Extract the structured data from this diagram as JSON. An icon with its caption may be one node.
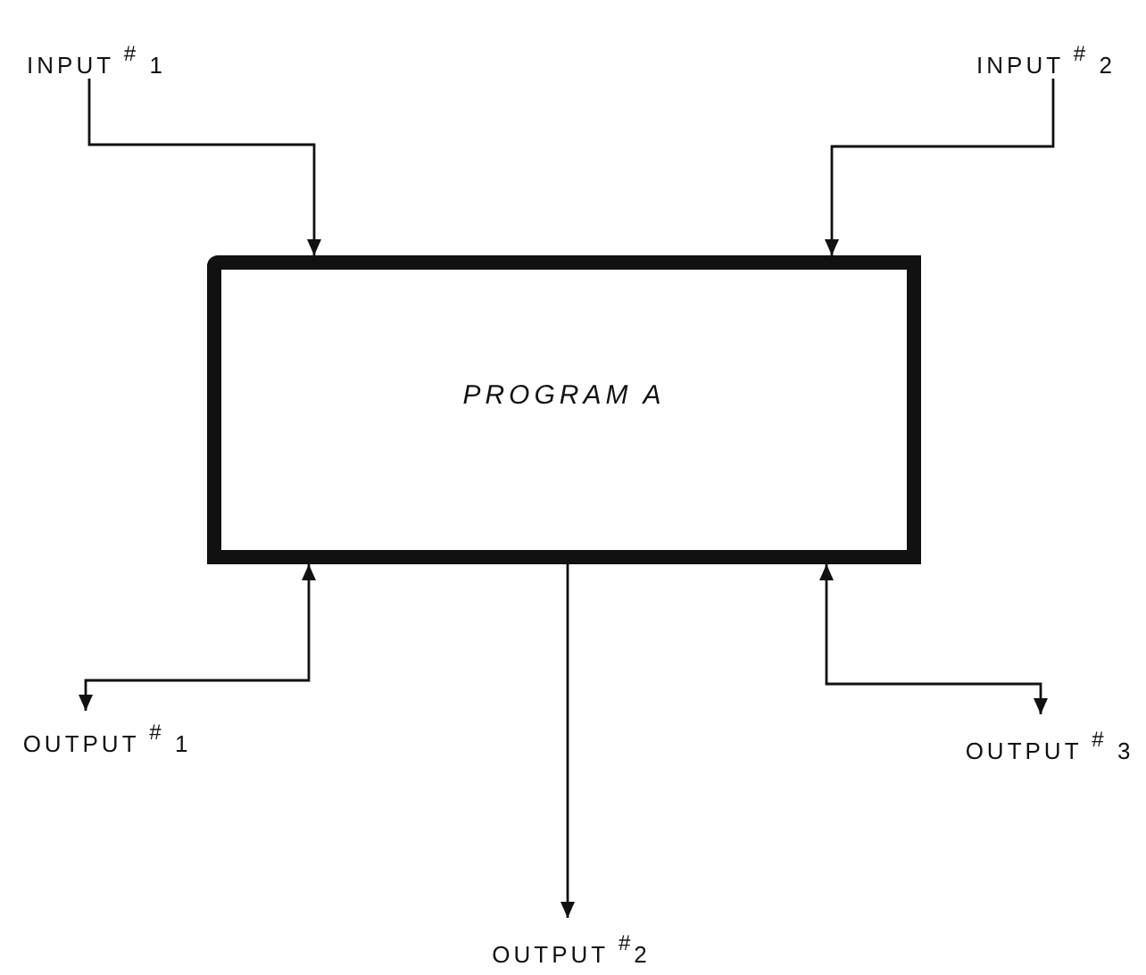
{
  "diagram": {
    "nodes": [
      {
        "text": [
          "INPUT $^{#}$ 1"
        ]
      },
      {
        "text": [
          "INPUT $^{#}$ 2"
        ]
      },
      {
        "text": [
          "PROGRAM A"
        ]
      },
      {
        "text": [
          "OUTPUT $^{#}$ 1"
        ]
      },
      {
        "text": [
          "OUTPUT $^{#}$ 3"
        ]
      },
      {
        "text": [
          "OUTPUT $^{#}$2"
        ]
      }
    ],
    "edges": [
      {
        "from": 0,
        "to": 2,
        "arrow": "to"
      },
      {
        "from": 1,
        "to": 2,
        "arrow": "to"
      },
      {
        "from": 2,
        "to": 3,
        "arrow": "both"
      },
      {
        "from": 2,
        "to": 5,
        "arrow": "to"
      },
      {
        "from": 2,
        "to": 4,
        "arrow": "both"
      }
    ]
  }
}
